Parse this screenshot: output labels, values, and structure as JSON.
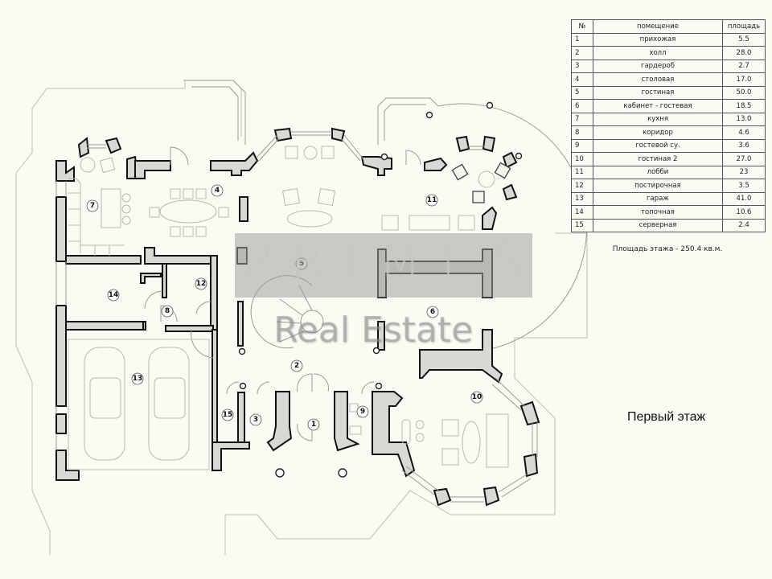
{
  "table": {
    "headers": {
      "num": "№",
      "name": "помещение",
      "area": "площадь"
    },
    "rows": [
      {
        "num": "1",
        "name": "прихожая",
        "area": "5.5"
      },
      {
        "num": "2",
        "name": "холл",
        "area": "28.0"
      },
      {
        "num": "3",
        "name": "гардероб",
        "area": "2.7"
      },
      {
        "num": "4",
        "name": "столовая",
        "area": "17.0"
      },
      {
        "num": "5",
        "name": "гостиная",
        "area": "50.0"
      },
      {
        "num": "6",
        "name": "кабинет - гостевая",
        "area": "18.5"
      },
      {
        "num": "7",
        "name": "кухня",
        "area": "13.0"
      },
      {
        "num": "8",
        "name": "коридор",
        "area": "4.6"
      },
      {
        "num": "9",
        "name": "гостевой су.",
        "area": "3.6"
      },
      {
        "num": "10",
        "name": "гостиная 2",
        "area": "27.0"
      },
      {
        "num": "11",
        "name": "лобби",
        "area": "23"
      },
      {
        "num": "12",
        "name": "постирочная",
        "area": "3.5"
      },
      {
        "num": "13",
        "name": "гараж",
        "area": "41.0"
      },
      {
        "num": "14",
        "name": "топочная",
        "area": "10.6"
      },
      {
        "num": "15",
        "name": "серверная",
        "area": "2.4"
      }
    ]
  },
  "total_area": "Площадь этажа - 250.4 кв.м.",
  "floor_title": "Первый этаж",
  "watermark": {
    "top": "PRIMES",
    "bottom": "Real Estate"
  },
  "room_labels": [
    "1",
    "2",
    "3",
    "4",
    "5",
    "6",
    "7",
    "8",
    "9",
    "10",
    "11",
    "12",
    "13",
    "14",
    "15"
  ],
  "colors": {
    "background": "#fcfbf3",
    "wall_fill": "#d9d9d4",
    "wall_stroke": "#111111"
  }
}
